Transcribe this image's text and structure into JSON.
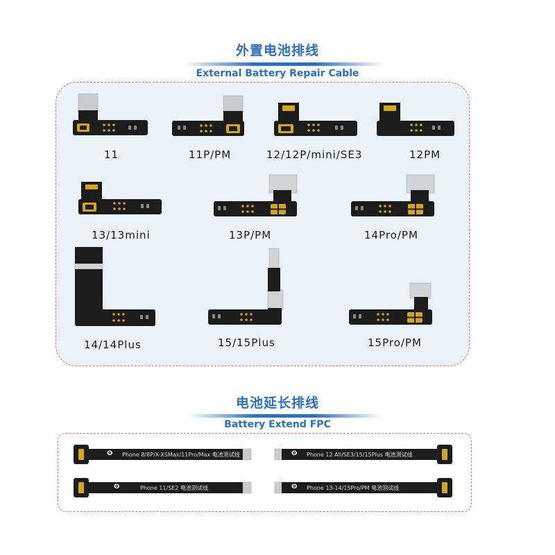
{
  "top": {
    "title_cn": "外置电池排线",
    "title_en": "External Battery Repair Cable",
    "labels": [
      "11",
      "11P/PM",
      "12/12P/mini/SE3",
      "12PM",
      "13/13mini",
      "13P/PM",
      "14Pro/PM",
      "14/14Plus",
      "15/15Plus",
      "15Pro/PM"
    ]
  },
  "bottom": {
    "title_cn": "电池延长排线",
    "title_en": "Battery Extend FPC",
    "fpc": [
      "Phone 8/8P/X-XSMax/11Pro/Max 电池测试线",
      "Phone 12 All/SE3/15/15Plus 电池测试线",
      "Phone 11/SE2 电池测试线",
      "Phone 13-14/15Pro/PM 电池测试线"
    ]
  },
  "colors": {
    "accent": "#2a6fc0",
    "dash": "#e06a6a",
    "panel": "#eaf2f7",
    "cable": "#1c1c1c"
  }
}
